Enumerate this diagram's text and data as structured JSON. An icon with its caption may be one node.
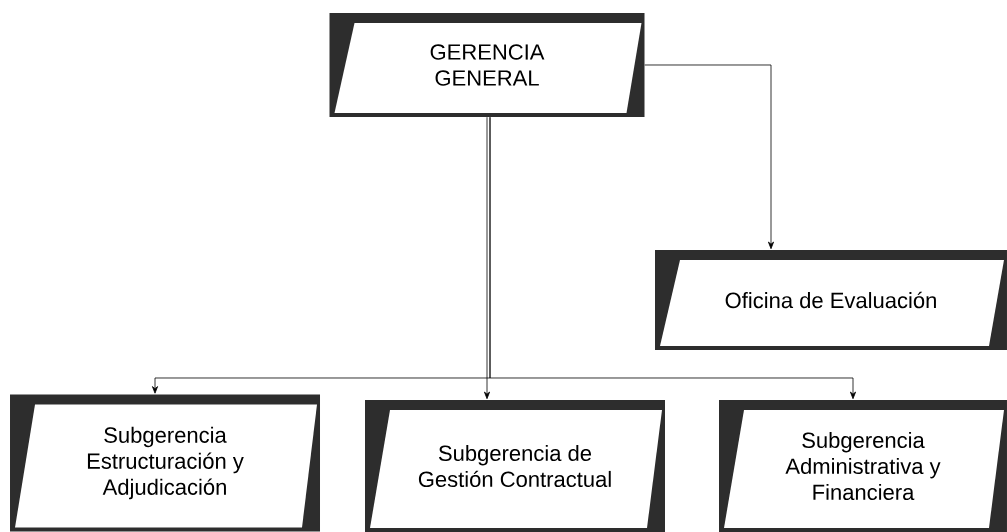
{
  "diagram": {
    "nodes": [
      {
        "text": [
          "GERENCIA GENERAL"
        ]
      },
      {
        "text": [
          "Oficina de Evaluación"
        ]
      },
      {
        "text": [
          "Subgerencia Estructuración y Adjudicación"
        ]
      },
      {
        "text": [
          "Subgerencia de Gestión Contractual"
        ]
      },
      {
        "text": [
          "Subgerencia Administrativa y Financiera"
        ]
      }
    ],
    "edges": [
      {
        "from": 0,
        "to": 1,
        "arrow": "to"
      },
      {
        "from": 0,
        "to": 2,
        "arrow": "to"
      },
      {
        "from": 0,
        "to": 3,
        "arrow": "to"
      },
      {
        "from": 0,
        "to": 4,
        "arrow": "to"
      }
    ]
  }
}
